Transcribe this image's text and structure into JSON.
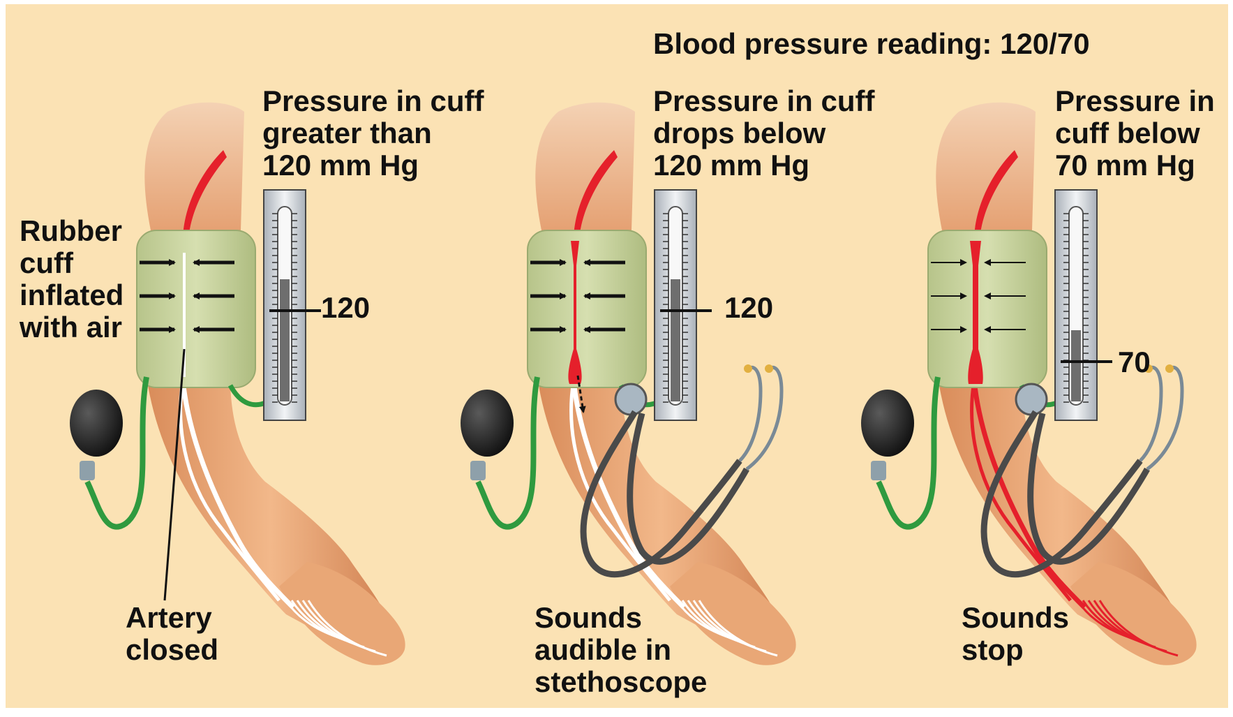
{
  "header": {
    "title": "Blood pressure reading: 120/70"
  },
  "panels": [
    {
      "id": "panel-1",
      "pressure_lines": [
        "Pressure in cuff",
        "greater than",
        "120 mm Hg"
      ],
      "gauge_label": "120",
      "gauge_level_mmHg": 120,
      "cuff_lines": [
        "Rubber",
        "cuff",
        "inflated",
        "with air"
      ],
      "bottom_lines": [
        "Artery",
        "closed"
      ]
    },
    {
      "id": "panel-2",
      "pressure_lines": [
        "Pressure in cuff",
        "drops below",
        "120 mm Hg"
      ],
      "gauge_label": "120",
      "gauge_level_mmHg": 120,
      "bottom_lines": [
        "Sounds",
        "audible in",
        "stethoscope"
      ]
    },
    {
      "id": "panel-3",
      "pressure_lines": [
        "Pressure in",
        "cuff below",
        "70 mm Hg"
      ],
      "gauge_label": "70",
      "gauge_level_mmHg": 70,
      "bottom_lines": [
        "Sounds",
        "stop"
      ]
    }
  ],
  "colors": {
    "background": "#FBE2B4",
    "skin": "#E9A776",
    "cuff": "#CBD6A2",
    "artery_red": "#E5202B",
    "artery_white": "#FFFFFF",
    "tube_green": "#2F9A3F",
    "bulb": "#1E1E1E",
    "stethoscope": "#4A4A4A"
  }
}
